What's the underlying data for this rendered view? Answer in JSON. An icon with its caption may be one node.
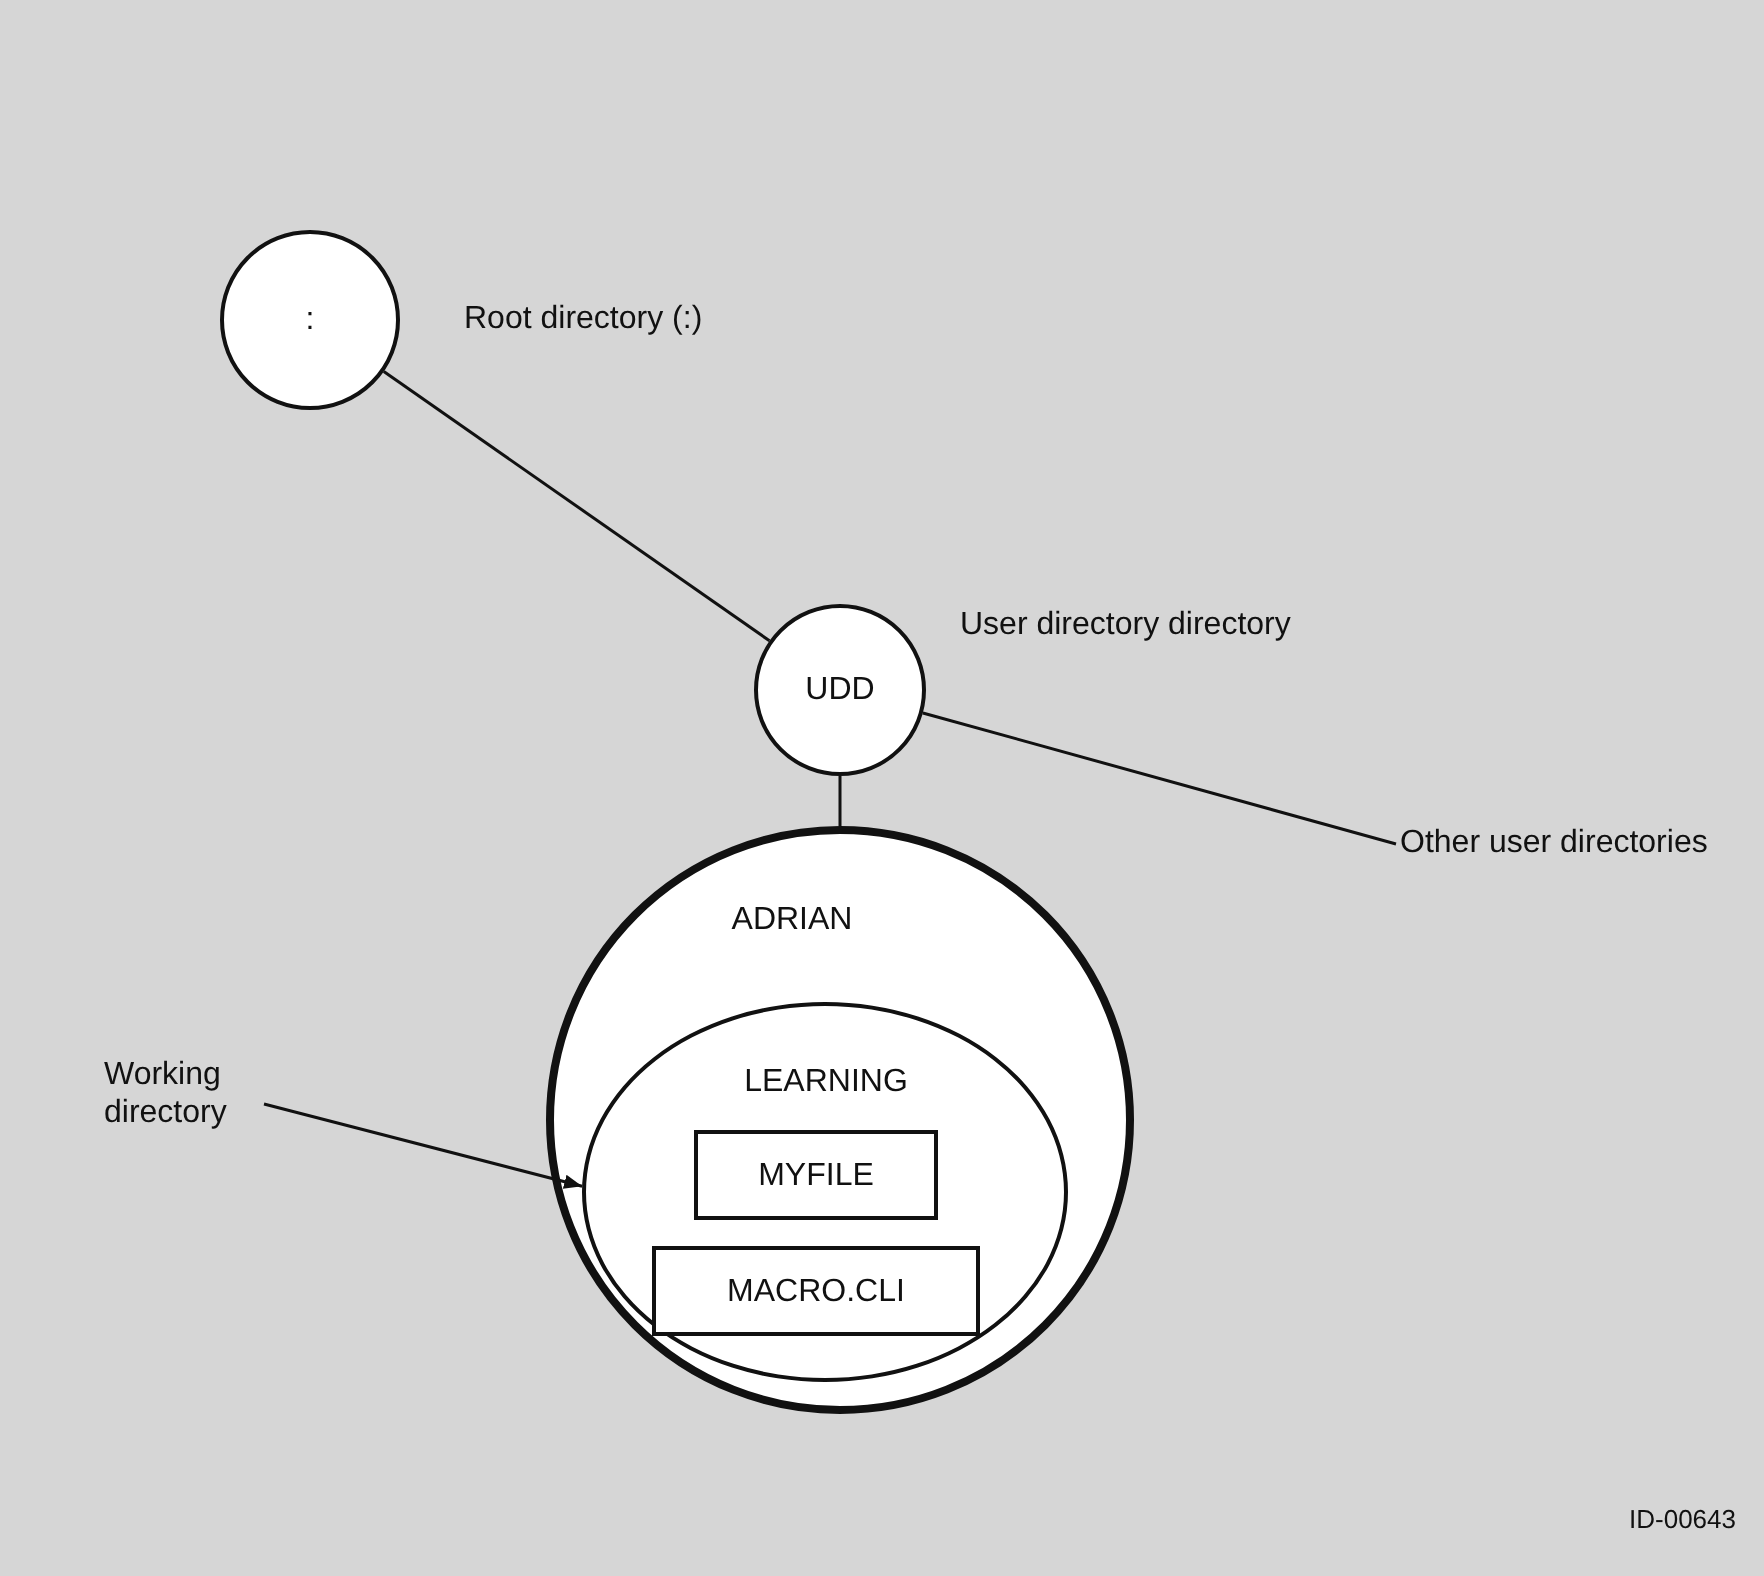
{
  "diagram": {
    "nodes": [
      {
        "text": [
          ":"
        ],
        "beside": [
          "Root directory (:)"
        ]
      },
      {
        "text": [
          "UDD"
        ],
        "beside": [
          "User directory directory"
        ]
      },
      {
        "text": [
          "Other user directories"
        ]
      },
      {
        "text": [
          "ADRIAN"
        ]
      },
      {
        "text": [
          "LEARNING"
        ],
        "in": 3
      },
      {
        "text": [
          "MYFILE"
        ],
        "in": 4
      },
      {
        "text": [
          "MACRO.CLI"
        ],
        "in": 4
      },
      {
        "text": [
          "Working directory"
        ]
      }
    ],
    "edges": [
      {
        "from": 0,
        "to": 1,
        "arrow": "none"
      },
      {
        "from": 1,
        "to": 3,
        "arrow": "none"
      },
      {
        "from": 1,
        "to": 2,
        "arrow": "none"
      },
      {
        "from": 7,
        "to": 4,
        "arrow": "to"
      }
    ],
    "labels": [
      "ID-00643"
    ]
  }
}
